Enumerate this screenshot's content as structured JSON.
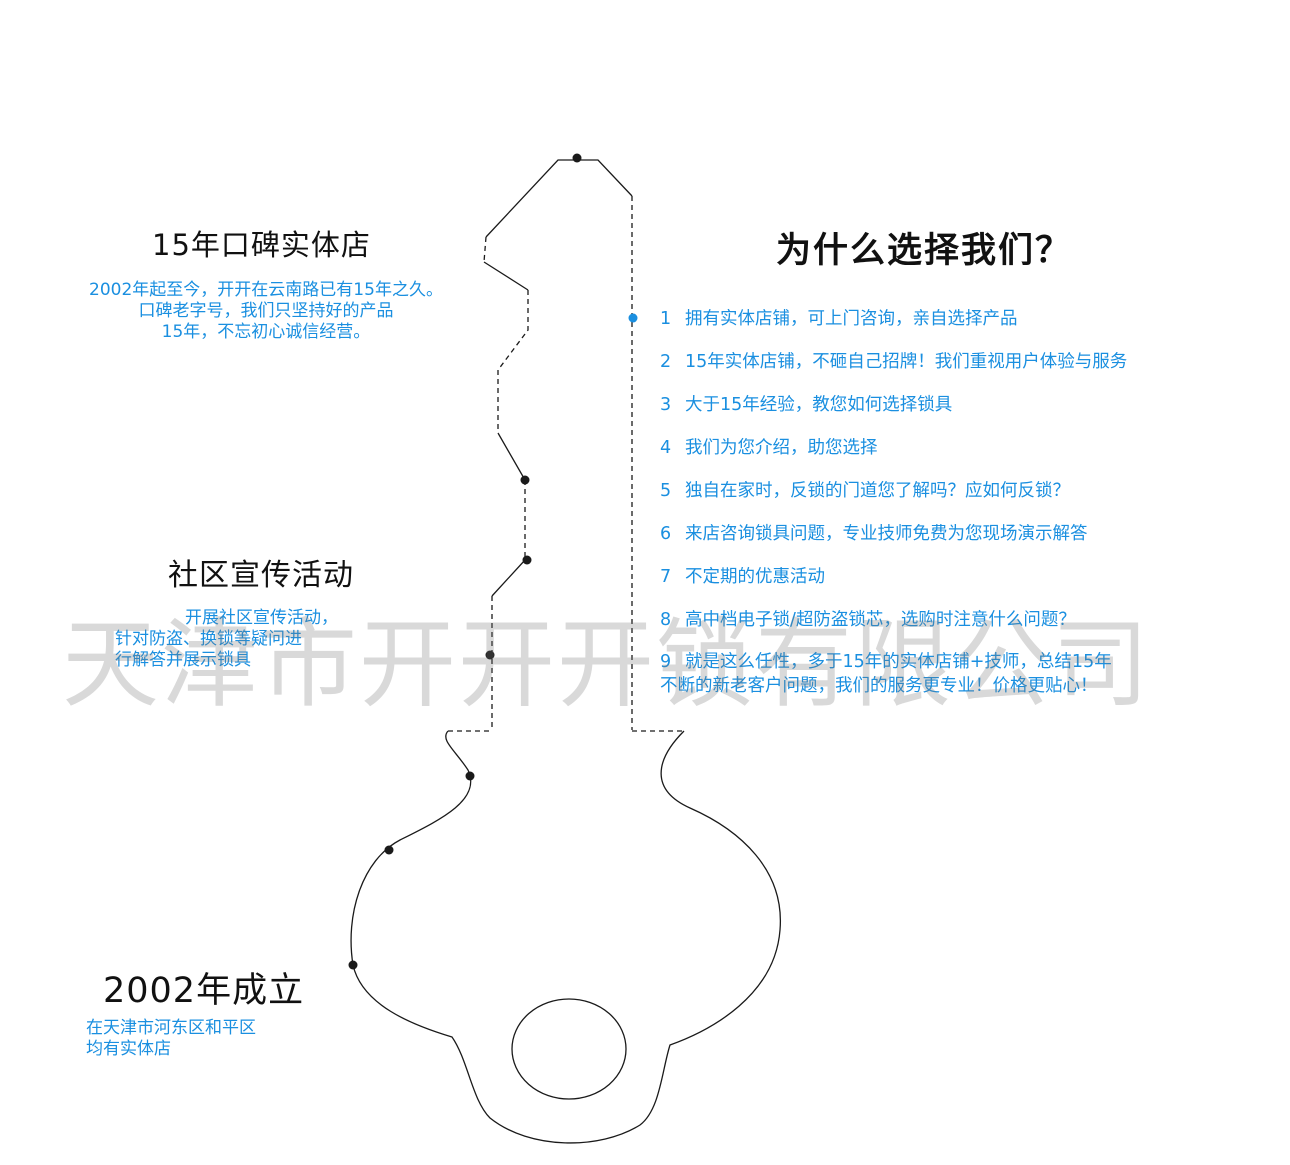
{
  "sections": {
    "shop": {
      "title": "15年口碑实体店",
      "lines": [
        "2002年起至今，开开在云南路已有15年之久。",
        "口碑老字号，我们只坚持好的产品",
        "15年，不忘初心诚信经营。"
      ]
    },
    "community": {
      "title": "社区宣传活动",
      "lines": [
        "开展社区宣传活动，",
        "针对防盗、换锁等疑问进",
        "行解答并展示锁具"
      ]
    },
    "founded": {
      "title": "2002年成立",
      "lines": [
        "在天津市河东区和平区",
        "均有实体店"
      ]
    }
  },
  "why": {
    "title": "为什么选择我们？",
    "reasons": [
      {
        "num": "1",
        "text": "拥有实体店铺，可上门咨询，亲自选择产品"
      },
      {
        "num": "2",
        "text": "15年实体店铺，不砸自己招牌！我们重视用户体验与服务"
      },
      {
        "num": "3",
        "text": "大于15年经验，教您如何选择锁具"
      },
      {
        "num": "4",
        "text": "我们为您介绍，助您选择"
      },
      {
        "num": "5",
        "text": "独自在家时，反锁的门道您了解吗？应如何反锁？"
      },
      {
        "num": "6",
        "text": "来店咨询锁具问题，专业技师免费为您现场演示解答"
      },
      {
        "num": "7",
        "text": "不定期的优惠活动"
      },
      {
        "num": "8",
        "text": "高中档电子锁/超防盗锁芯，选购时注意什么问题？"
      },
      {
        "num": "9",
        "text": "就是这么任性，多于15年的实体店铺+技师，总结15年",
        "cont": "不断的新老客户问题，我们的服务更专业！价格更贴心！"
      }
    ]
  },
  "watermark": "天津市开开开锁有限公司",
  "colors": {
    "text_blue": "#1a8fe0",
    "heading": "#111111",
    "outline": "#111111"
  }
}
